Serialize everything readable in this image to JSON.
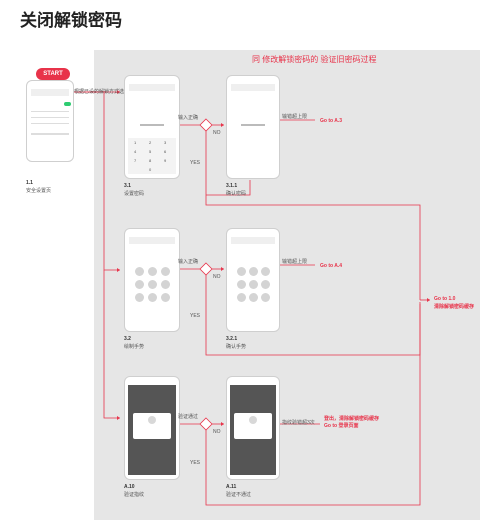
{
  "page_title": "关闭解锁密码",
  "panel_title": "同 修改解锁密码的 验证旧密码过程",
  "start": "START",
  "screens": {
    "s11": {
      "num": "1.1",
      "name": "安全设置页"
    },
    "s31": {
      "num": "3.1",
      "name": "设置密码"
    },
    "s311": {
      "num": "3.1.1",
      "name": "确认密码"
    },
    "s32": {
      "num": "3.2",
      "name": "绘制手势"
    },
    "s321": {
      "num": "3.2.1",
      "name": "确认手势"
    },
    "sa10": {
      "num": "A.10",
      "name": "验证指纹"
    },
    "sa11": {
      "num": "A.11",
      "name": "验证不通过"
    }
  },
  "labels": {
    "choose_method": "根据已设的解锁方式选择",
    "input_correct": "输入正确",
    "input_wrong_1": "输入正确",
    "verified": "验证通过",
    "no": "NO",
    "yes": "YES",
    "wrong_limit_1": "输错超上限",
    "wrong_limit_2": "输错超上限",
    "wrong_3_times": "指纹验错超3次",
    "goto_a3": "Go to A.3",
    "goto_a4": "Go to A.4",
    "goto_10": "Go to 1.0",
    "clear_cache": "清除解锁密码缓存",
    "logout_1": "登出，清除解锁密码缓存",
    "logout_2": "Go to 登录页面"
  },
  "keypad": [
    "1",
    "2",
    "3",
    "4",
    "5",
    "6",
    "7",
    "8",
    "9",
    "",
    "0",
    ""
  ],
  "colors": {
    "accent": "#e8334a",
    "panel": "#e6e6e6",
    "dark_screen": "#555555",
    "toggle": "#2ecc71"
  }
}
